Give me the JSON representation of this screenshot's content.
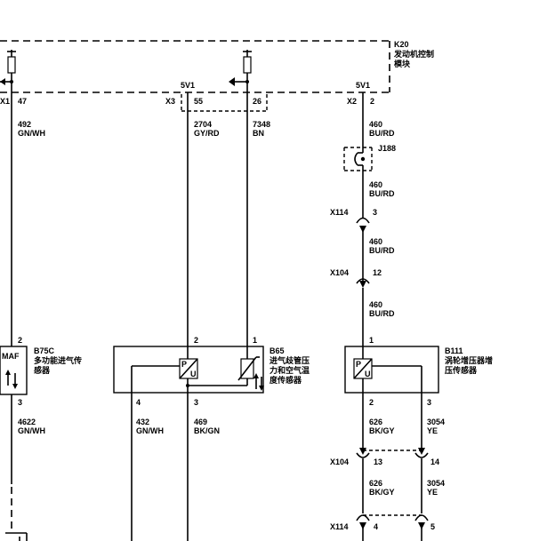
{
  "module": {
    "id": "K20",
    "line1": "发动机控制",
    "line2": "模块"
  },
  "connectors": {
    "x1": "X1",
    "x3": "X3",
    "x2": "X2",
    "x114": "X114",
    "x104": "X104",
    "j188": "J188"
  },
  "pins": {
    "p47": "47",
    "p55": "55",
    "p26": "26",
    "p2": "2",
    "b75c_top": "2",
    "b75c_bot": "3",
    "b65_2": "2",
    "b65_1": "1",
    "b65_4": "4",
    "b65_3": "3",
    "x114_3": "3",
    "x104_12": "12",
    "b111_1": "1",
    "b111_2": "2",
    "b111_3": "3",
    "x104_13": "13",
    "x104_14": "14",
    "x114_4": "4",
    "x114_5": "5"
  },
  "volts": {
    "v_left": "5V1",
    "v_right": "5V1"
  },
  "wires": {
    "w492": {
      "num": "492",
      "color": "GN/WH"
    },
    "w2704": {
      "num": "2704",
      "color": "GY/RD"
    },
    "w7348": {
      "num": "7348",
      "color": "BN"
    },
    "w460a": {
      "num": "460",
      "color": "BU/RD"
    },
    "w460b": {
      "num": "460",
      "color": "BU/RD"
    },
    "w460c": {
      "num": "460",
      "color": "BU/RD"
    },
    "w460d": {
      "num": "460",
      "color": "BU/RD"
    },
    "w4622": {
      "num": "4622",
      "color": "GN/WH"
    },
    "w432": {
      "num": "432",
      "color": "GN/WH"
    },
    "w469": {
      "num": "469",
      "color": "BK/GN"
    },
    "w626a": {
      "num": "626",
      "color": "BK/GY"
    },
    "w3054a": {
      "num": "3054",
      "color": "YE"
    },
    "w626b": {
      "num": "626",
      "color": "BK/GY"
    },
    "w3054b": {
      "num": "3054",
      "color": "YE"
    }
  },
  "components": {
    "b75c": {
      "id": "B75C",
      "line1": "多功能进气传",
      "line2": "感器",
      "tag": "MAF"
    },
    "b65": {
      "id": "B65",
      "line1": "进气歧管压",
      "line2": "力和空气温",
      "line3": "度传感器"
    },
    "b111": {
      "id": "B111",
      "line1": "涡轮增压器增",
      "line2": "压传感器"
    }
  },
  "symbols": {
    "pu": "P",
    "u": "U"
  }
}
